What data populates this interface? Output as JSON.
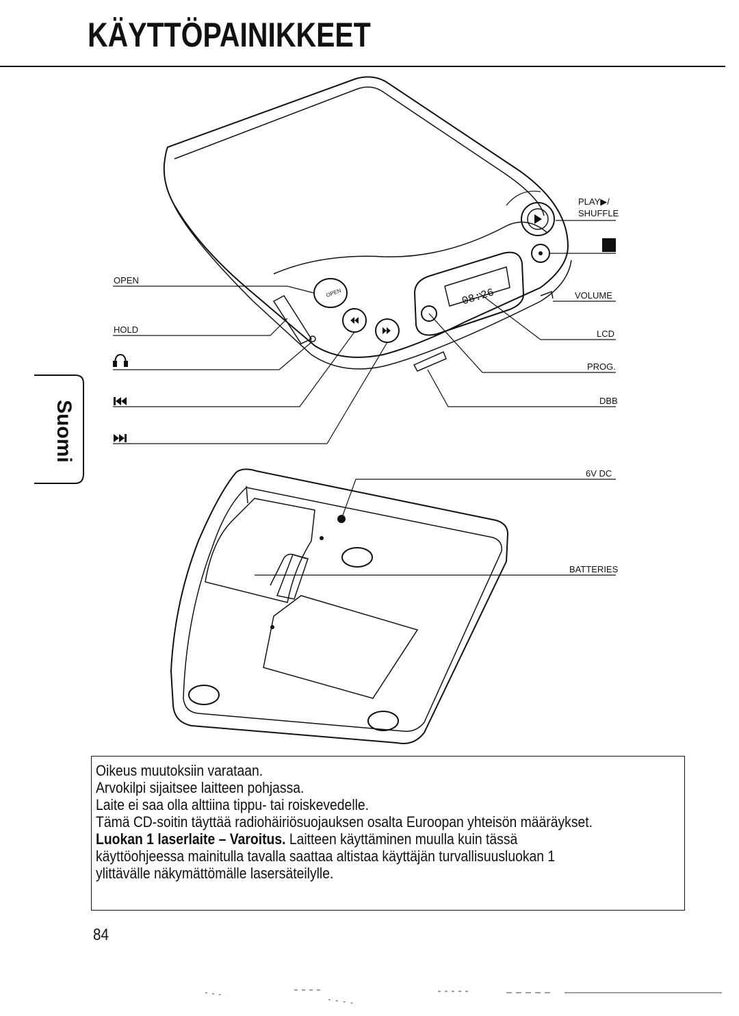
{
  "page": {
    "title": "KÄYTTÖPAINIKKEET",
    "side_tab": "Suomi",
    "page_number": "84"
  },
  "labels": {
    "play": "PLAY▶/",
    "shuffle": "SHUFFLE",
    "stop": "■",
    "open": "OPEN",
    "volume": "VOLUME",
    "hold": "HOLD",
    "lcd": "LCD",
    "headphones": "∩",
    "prog": "PROG.",
    "prev": "⏮",
    "dbb": "DBB",
    "next": "⏭",
    "dc": "6V DC",
    "batteries": "BATTERIES"
  },
  "device": {
    "lcd_readout": "08:26",
    "open_button": "OPEN"
  },
  "notice": {
    "line1": "Oikeus muutoksiin varataan.",
    "line2": "Arvokilpi sijaitsee laitteen pohjassa.",
    "line3": "Laite ei saa olla alttiina tippu- tai roiskevedelle.",
    "line4": "Tämä CD-soitin täyttää radiohäiriösuojauksen osalta Euroopan yhteisön määräykset.",
    "line5_bold": "Luokan 1 laserlaite – Varoitus.",
    "line5_rest": " Laitteen käyttäminen muulla kuin tässä",
    "line6": "käyttöohjeessa mainitulla tavalla saattaa altistaa käyttäjän turvallisuusluokan 1",
    "line7": "ylittävälle näkymättömälle lasersäteilylle."
  }
}
